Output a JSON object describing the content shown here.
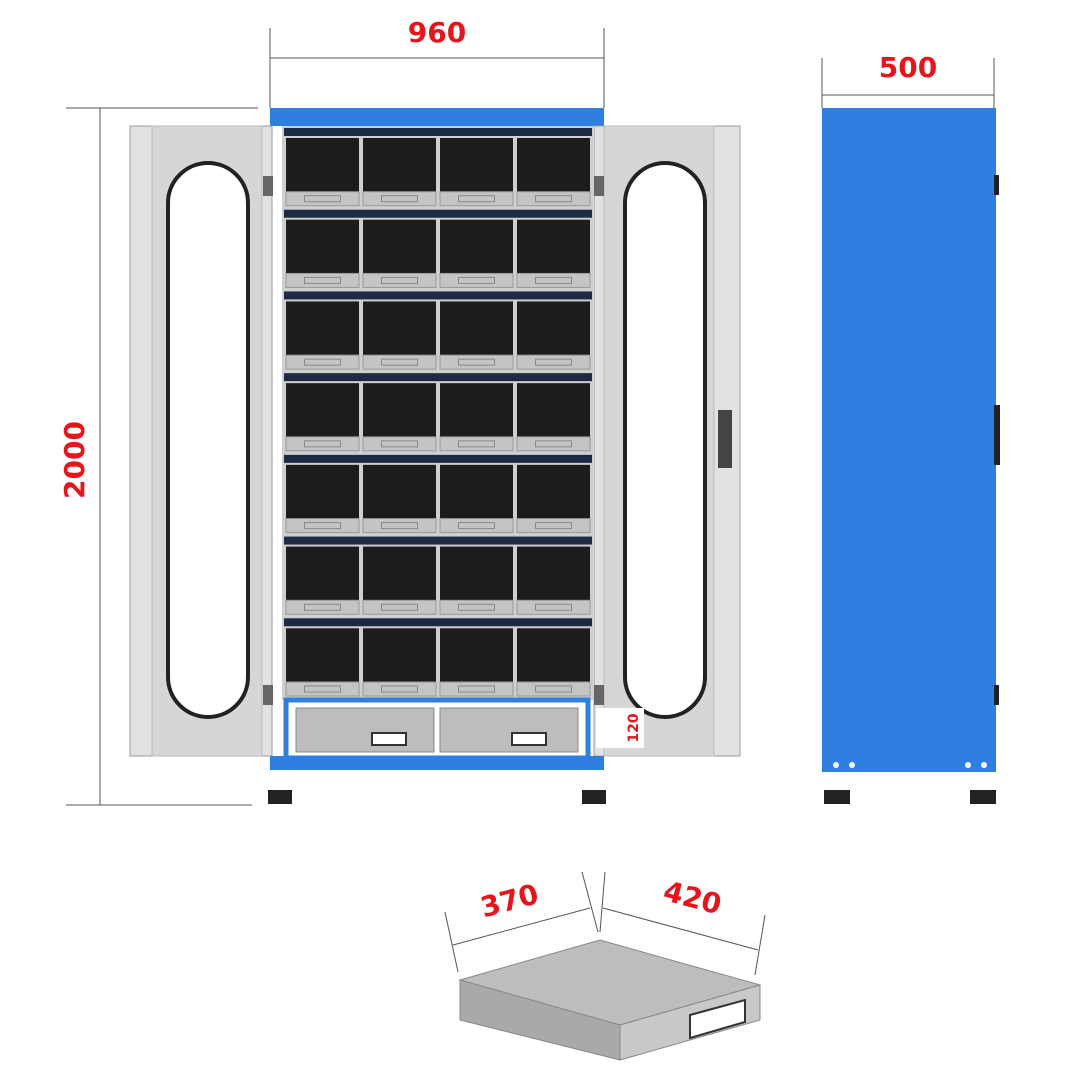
{
  "dimensions": {
    "width": "960",
    "height": "2000",
    "depth": "500",
    "drawer_height": "120",
    "drawer_width": "370",
    "drawer_depth": "420"
  },
  "layout": {
    "bin_rows": 7,
    "bin_columns": 4,
    "bottom_drawers": 2
  },
  "colors": {
    "accent_blue": "#2f7fe0",
    "dimension_red": "#e8141b",
    "panel_grey": "#dcdcdc",
    "bin_black": "#1c1c1c"
  }
}
